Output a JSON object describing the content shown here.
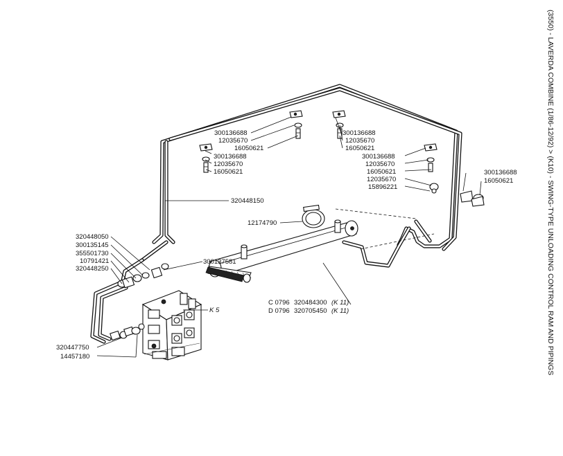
{
  "sidebar_title": "(3550) - LAVERDA COMBINE (1/86-12/92) > (K10) - SWING-TYPE UNLOADING CONTROL RAM AND PIPINGS",
  "labels": {
    "l_300136688_a": "300136688",
    "l_12035670_a": "12035670",
    "l_16050621_a": "16050621",
    "l_300136688_b": "300136688",
    "l_12035670_b": "12035670",
    "l_16050621_b": "16050621",
    "l_300136688_c": "300136688",
    "l_12035670_c": "12035670",
    "l_16050621_c": "16050621",
    "l_300136688_d": "300136688",
    "l_16050621_d": "16050621",
    "l_12035670_d": "12035670",
    "l_15896221": "15896221",
    "l_300136688_e": "300136688",
    "l_16050621_e": "16050621",
    "l_320448150": "320448150",
    "l_12174790": "12174790",
    "l_320448050": "320448050",
    "l_300135145": "300135145",
    "l_355501730": "355501730",
    "l_10791421": "10791421",
    "l_320448250": "320448250",
    "l_300137581": "300137581",
    "l_k5": "K 5",
    "l_320447750": "320447750",
    "l_14457180": "14457180",
    "l_c0796": "C 0796",
    "l_320484300": "320484300",
    "l_k11_a": "(K 11)",
    "l_d0796": "D 0796",
    "l_320705450": "320705450",
    "l_k11_b": "(K 11)"
  },
  "colors": {
    "line": "#111111",
    "background": "#ffffff"
  }
}
